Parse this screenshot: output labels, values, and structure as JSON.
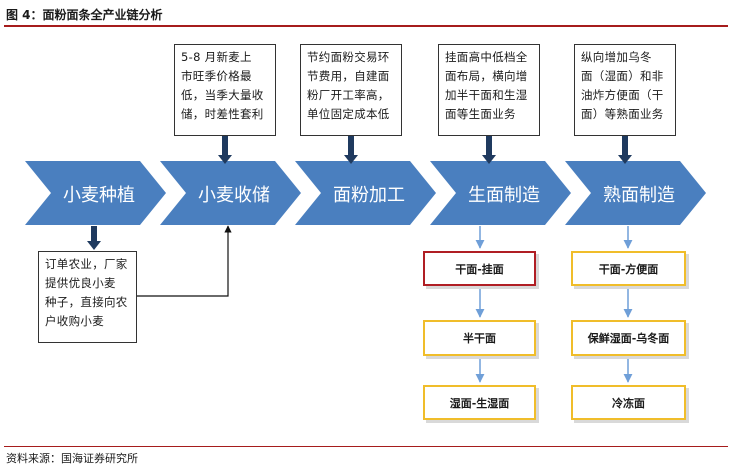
{
  "header": {
    "title": "图 4：面粉面条全产业链分析"
  },
  "chain": {
    "stages": [
      {
        "label": "小麦种植"
      },
      {
        "label": "小麦收储"
      },
      {
        "label": "面粉加工"
      },
      {
        "label": "生面制造"
      },
      {
        "label": "熟面制造"
      }
    ]
  },
  "notes": {
    "storage": [
      "5-8 月新麦上",
      "市旺季价格最",
      "低，当季大量收",
      "储，时差性套利"
    ],
    "processing": [
      "节约面粉交易环",
      "节费用，自建面",
      "粉厂开工率高，",
      "单位固定成本低"
    ],
    "raw_noodle": [
      "挂面高中低档全",
      "面布局，横向增",
      "加半干面和生湿",
      "面等生面业务"
    ],
    "cooked_noodle": [
      "纵向增加乌冬",
      "面（湿面）和非",
      "油炸方便面（干",
      "面）等熟面业务"
    ],
    "planting": [
      "订单农业，厂家",
      "提供优良小麦",
      "种子，直接向农",
      "户收购小麦"
    ]
  },
  "products": {
    "raw": [
      "干面-挂面",
      "半干面",
      "湿面-生湿面"
    ],
    "cooked": [
      "干面-方便面",
      "保鲜湿面-乌冬面",
      "冷冻面"
    ]
  },
  "colors": {
    "chevron": "#4a7fbf",
    "arrow_dark": "#1f3a5f",
    "arrow_light": "#6f9fd8",
    "highlight": "#b01e24",
    "product_border": "#f0bd2a"
  },
  "footer": {
    "source": "资料来源：国海证券研究所"
  }
}
